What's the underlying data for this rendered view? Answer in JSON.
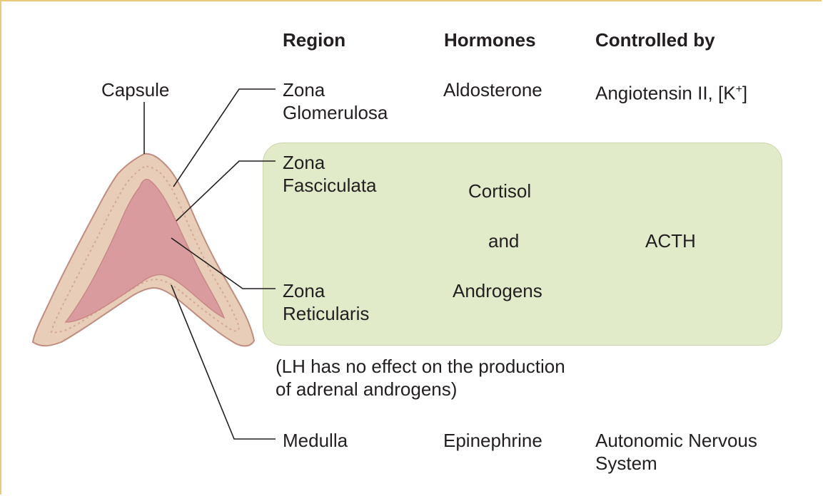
{
  "headers": {
    "region": "Region",
    "hormones": "Hormones",
    "controlled_by": "Controlled by"
  },
  "capsule_label": "Capsule",
  "rows": {
    "glomerulosa": {
      "region": "Zona\nGlomerulosa",
      "hormone": "Aldosterone",
      "control_main": "Angiotensin II, [K",
      "control_sup": "+",
      "control_end": "]"
    },
    "fasciculata": {
      "region": "Zona\nFasciculata",
      "hormone": "Cortisol"
    },
    "and_word": "and",
    "acth": "ACTH",
    "reticularis": {
      "region": "Zona\nReticularis",
      "hormone": "Androgens"
    },
    "medulla": {
      "region": "Medulla",
      "hormone": "Epinephrine",
      "control": "Autonomic Nervous\nSystem"
    }
  },
  "note": "(LH has no effect on the production\nof adrenal androgens)",
  "colors": {
    "highlight_box": "#e1ebc9",
    "cortex_outer": "#e8cdb8",
    "medulla_inner": "#d99b9d",
    "leader_lines": "#231f20",
    "frame": "#e9c97a"
  }
}
